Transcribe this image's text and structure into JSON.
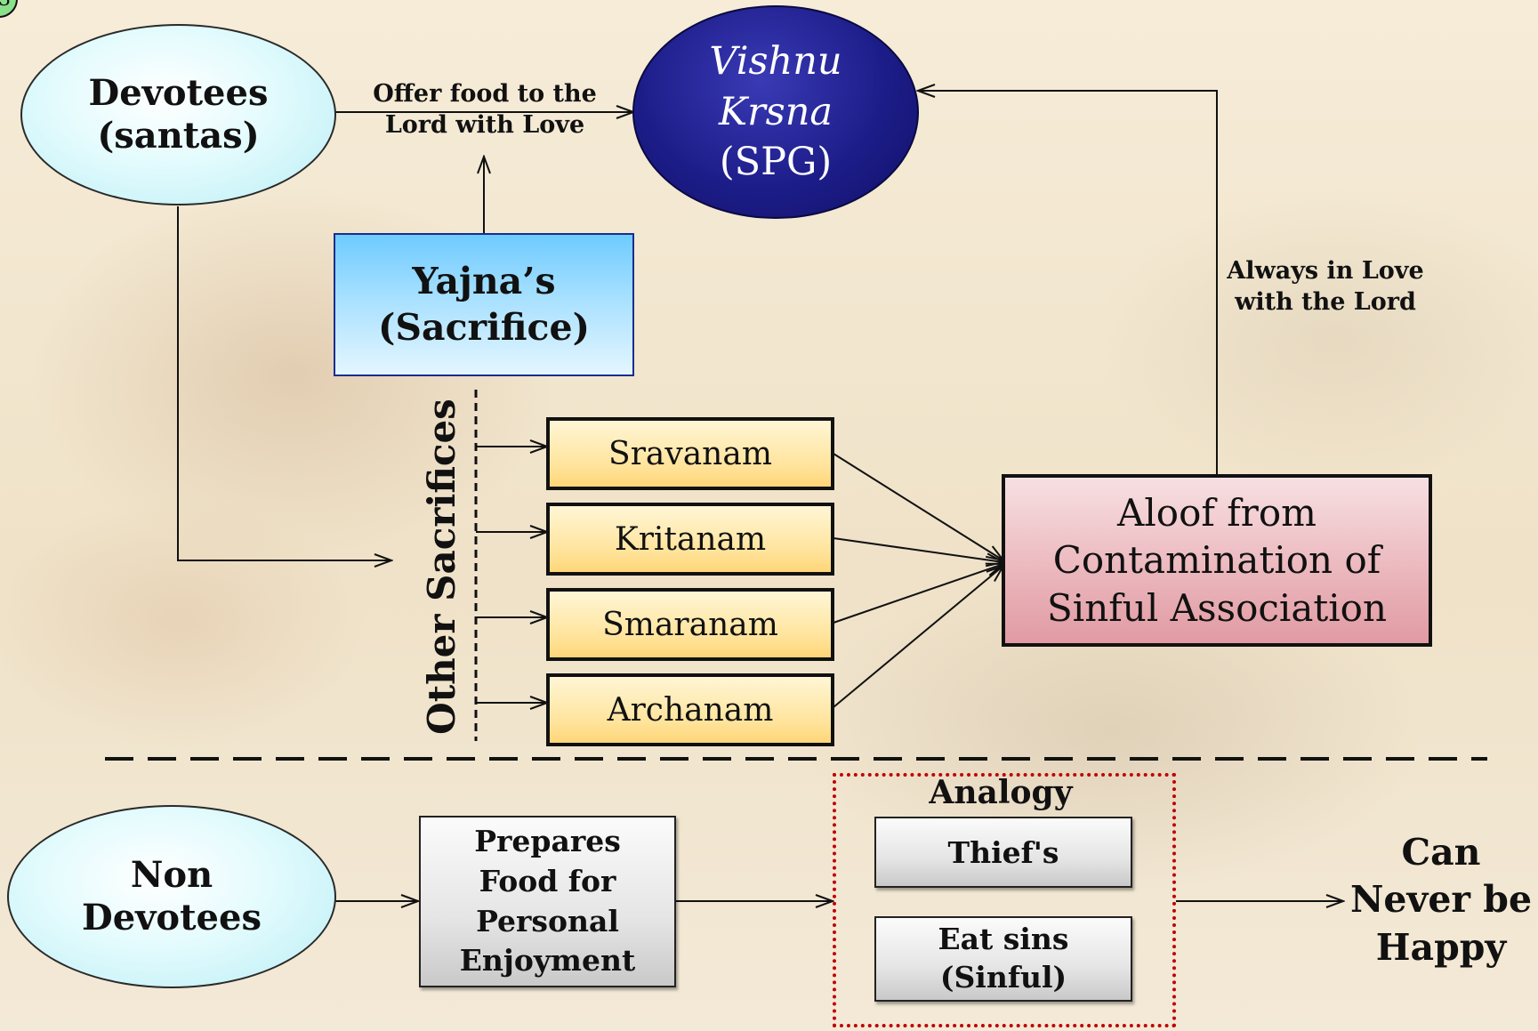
{
  "badge": "3",
  "nodes": {
    "devotees": "Devotees (santas)",
    "vishnu_line1": "Vishnu",
    "vishnu_line2": "Krsna",
    "vishnu_line3": "(SPG)",
    "yajna": "Yajna’s (Sacrifice)",
    "other_sacrifices": "Other Sacrifices",
    "sacrifices": [
      "Sravanam",
      "Kritanam",
      "Smaranam",
      "Archanam"
    ],
    "aloof": "Aloof from Contamination of Sinful Association",
    "non_devotees": "Non Devotees",
    "prepares_food": "Prepares Food for Personal Enjoyment",
    "analogy_title": "Analogy",
    "thiefs": "Thief's",
    "eat_sins": "Eat sins (Sinful)",
    "never_happy": "Can Never be Happy"
  },
  "edge_labels": {
    "offer_food": "Offer food to the Lord with Love",
    "always_love": "Always in Love with the Lord"
  },
  "colors": {
    "vishnu_fill": "#1d1d8a",
    "devotee_fill": "#c6f2f7",
    "yajna_fill": "#a7e0ff",
    "sacrifice_fill": "#ffe39a",
    "aloof_fill": "#eab5bb",
    "analogy_frame": "#c00000"
  }
}
